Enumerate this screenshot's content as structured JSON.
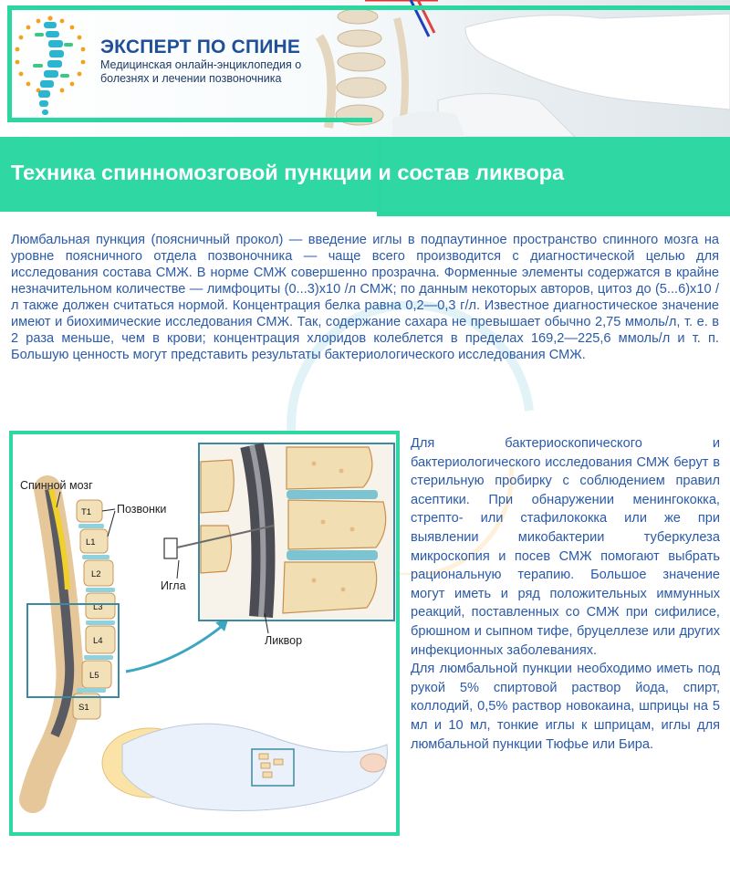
{
  "header": {
    "brand": "ЭКСПЕРТ ПО СПИНЕ",
    "tagline": "Медицинская онлайн-энциклопедия о болезнях и лечении позвоночника"
  },
  "article": {
    "title": "Техника спинномозговой пункции и состав ликвора",
    "intro": "Люмбальная пункция (поясничный прокол) — введение иглы в подпаутинное пространство спинного мозга на уровне поясничного отдела позвоночника — чаще всего производится с диагностической целью для исследования состава СМЖ. В норме СМЖ совершенно прозрачна. Форменные элементы содержатся в крайне незначительном количестве — лимфоциты (0...3)х10 /л СМЖ; по данным некоторых авторов, цитоз до (5...6)х10 /л также должен считаться нормой. Концентрация белка равна 0,2—0,3 г/л. Известное диагностическое значение имеют и биохимические исследования СМЖ. Так, содержание сахара не превышает обычно 2,75 ммоль/л, т. е. в 2 раза меньше, чем в крови; концентрация хлоридов колеблется в пределах 169,2—225,6 ммоль/л и т. п. Большую ценность могут представить результаты бактериологического исследования СМЖ.",
    "side_p1": "Для бактериоскопического и бактериологического исследования СМЖ берут в стерильную пробирку с соблюдением правил асептики. При обнаружении менингококка, стрепто- или стафилококка или же при выявлении микобактерии туберкулеза микроскопия и посев СМЖ помогают выбрать рациональную терапию. Большое значение могут иметь и ряд положительных иммунных реакций, поставленных со СМЖ при сифилисе, брюшном и сыпном тифе, бруцеллезе или других инфекционных заболеваниях.",
    "side_p2": "Для люмбальной пункции необходимо иметь под рукой 5% спиртовой раствор йода, спирт, коллодий, 0,5% раствор новокаина, шприцы на 5 мл и 10 мл, тонкие иглы к шприцам, иглы для люмбальной пункции Тюфье или Бира."
  },
  "figure": {
    "label_spinal_cord": "Спинной мозг",
    "label_vertebrae": "Позвонки",
    "label_needle": "Игла",
    "label_csf": "Ликвор",
    "vertebra_labels": [
      "T1",
      "L1",
      "L2",
      "L3",
      "L4",
      "L5",
      "S1"
    ]
  },
  "colors": {
    "accent": "#2fd8a3",
    "text_blue": "#2a5aa8",
    "brand_blue": "#1f4f97"
  }
}
